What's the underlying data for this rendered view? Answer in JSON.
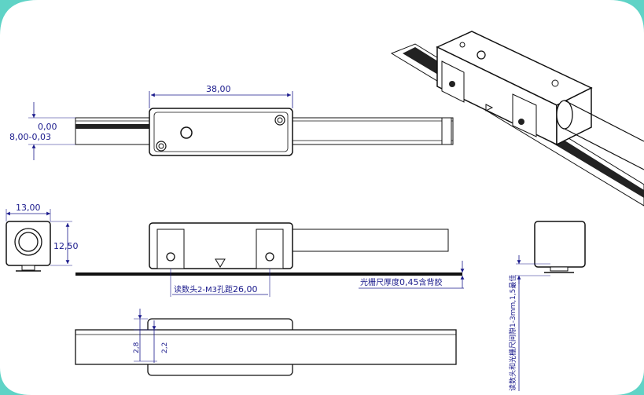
{
  "top_view": {
    "width_dim": "38,00",
    "tol_upper": "0,00",
    "tol_lower": "8,00-0,03"
  },
  "end_view": {
    "width_dim": "13,00",
    "height_dim": "12,50"
  },
  "front_view": {
    "hole_spacing_label": "读数头2-M3孔距",
    "hole_spacing_value": "26,00",
    "scale_thickness_label": "光栅尺厚度",
    "scale_thickness_value": "0,45",
    "scale_thickness_suffix": "含背胶"
  },
  "bottom_view": {
    "dim_a": "2,8",
    "dim_b": "2,2"
  },
  "right_view": {
    "gap_note": "读数头和光栅尺间隙1-3mm,1,5最佳"
  },
  "colors": {
    "background": "#ffffff",
    "dimension": "#1a1a8c",
    "drawing": "#111111",
    "corner_accent": "#5fd3c6"
  }
}
